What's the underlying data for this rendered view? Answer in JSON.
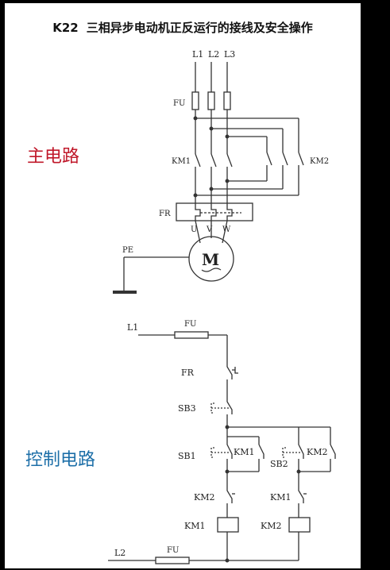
{
  "title": {
    "code": "K22",
    "text": "三相异步电动机正反运行的接线及安全操作"
  },
  "sections": {
    "main": "主电路",
    "control": "控制电路"
  },
  "colors": {
    "main_label": "#c0182a",
    "control_label": "#1d6fa8",
    "line": "#333333"
  },
  "main_circuit": {
    "phases": [
      "L1",
      "L2",
      "L3"
    ],
    "fuse": "FU",
    "km1": "KM1",
    "km2": "KM2",
    "relay": "FR",
    "terminals": [
      "U",
      "V",
      "W"
    ],
    "ground": "PE",
    "motor": "M"
  },
  "control_circuit": {
    "l1": "L1",
    "l2": "L2",
    "fuse_top": "FU",
    "fuse_bottom": "FU",
    "fr": "FR",
    "sb3": "SB3",
    "sb1": "SB1",
    "sb2": "SB2",
    "km1_hold": "KM1",
    "km2_hold": "KM2",
    "km2_interlock": "KM2",
    "km1_interlock": "KM1",
    "km1_coil": "KM1",
    "km2_coil": "KM2"
  }
}
